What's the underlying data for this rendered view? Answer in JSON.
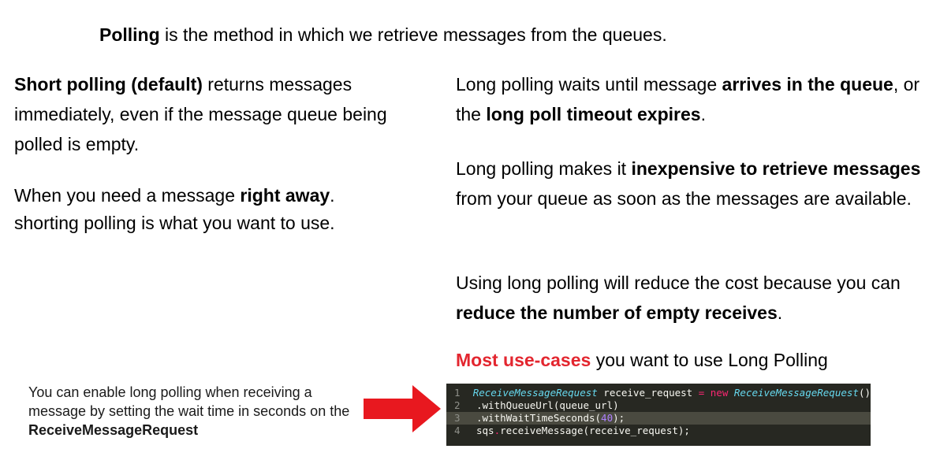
{
  "headline": {
    "bold": "Polling",
    "rest": " is the method in which we retrieve messages from the queues."
  },
  "short_polling": {
    "p1": {
      "bold": "Short polling (default)",
      "text": " returns messages immediately, even if the message queue being polled is empty."
    },
    "p2": {
      "text1": "When you need a message ",
      "bold": "right away",
      "text2": ". shorting polling is what you want to use."
    }
  },
  "long_polling": {
    "p1": {
      "text1": "Long polling waits until message ",
      "bold1": "arrives in the queue",
      "text2": ", or the ",
      "bold2": "long poll timeout expires",
      "text3": "."
    },
    "p2": {
      "text1": "Long polling makes it ",
      "bold1": "inexpensive to retrieve messages",
      "text2": " from your queue as soon as the messages are available."
    },
    "p3": {
      "text1": "Using long polling will reduce the cost because you can ",
      "bold1": "reduce the number of empty receives",
      "text2": "."
    },
    "p4": {
      "red": "Most use-cases",
      "text": " you want to use Long Polling"
    }
  },
  "note": {
    "text": "You can enable long polling when receiving a message by setting the wait time in seconds on the ",
    "bold": "ReceiveMessageRequest"
  },
  "code": {
    "line_numbers": [
      "1",
      "2",
      "3",
      "4"
    ],
    "l1": {
      "cls1": "ReceiveMessageRequest",
      "t1": " receive_request ",
      "op": "=",
      "t2": " ",
      "kw": "new",
      "t3": " ",
      "cls2": "ReceiveMessageRequest",
      "t4": "()"
    },
    "l2": {
      "t1": ".withQueueUrl(queue_url)"
    },
    "l3": {
      "t1": ".withWaitTimeSeconds(",
      "num": "40",
      "t2": ");"
    },
    "l4": {
      "t1": "sqs",
      "op": ".",
      "t2": "receiveMessage(receive_request);"
    }
  },
  "colors": {
    "accent_red": "#e3262f",
    "code_bg": "#272822"
  },
  "icons": {
    "arrow": "right-arrow-icon"
  }
}
